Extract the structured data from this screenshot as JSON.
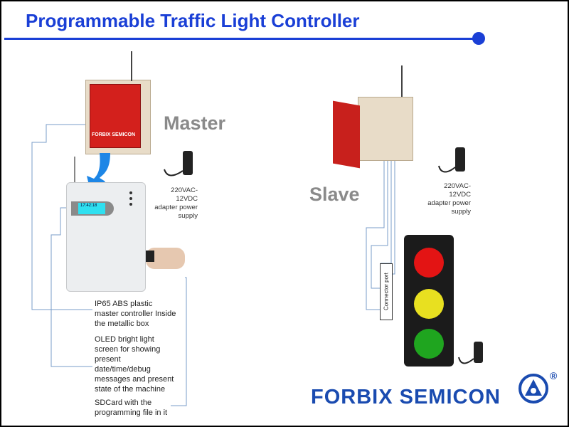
{
  "title": "Programmable Traffic Light Controller",
  "labels": {
    "master": "Master",
    "slave": "Slave"
  },
  "adapter": {
    "line1": "220VAC-12VDC",
    "line2": "adapter power",
    "line3": "supply"
  },
  "lcd": {
    "time": "17:42:18"
  },
  "notes": {
    "enclosure": "IP65 ABS plastic master controller Inside the metallic box",
    "oled": "OLED bright light screen for showing present date/time/debug messages and present state of the machine",
    "sdcard": "SDCard with the programming file in it"
  },
  "connector": "Connector port",
  "master_box_text": "FORBIX SEMICON",
  "brand": "FORBIX SEMICON",
  "registered": "®",
  "colors": {
    "accent": "#1a3fd6",
    "red": "#e31414",
    "yellow": "#e8e020",
    "green": "#1fa51f"
  }
}
